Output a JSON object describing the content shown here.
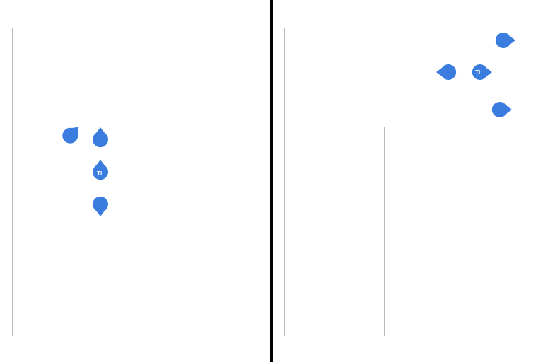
{
  "colors": {
    "pin": "#3a7ddf",
    "frame": "#b8b8b8",
    "divider": "#000000",
    "background": "#ffffff"
  },
  "panels": [
    {
      "name": "left-panel",
      "markers": [
        {
          "name": "pin-a",
          "pointer": "top-right",
          "label": ""
        },
        {
          "name": "pin-b",
          "pointer": "up",
          "label": ""
        },
        {
          "name": "pin-tl",
          "pointer": "up",
          "label": "TL"
        },
        {
          "name": "pin-c",
          "pointer": "down",
          "label": ""
        }
      ]
    },
    {
      "name": "right-panel",
      "markers": [
        {
          "name": "pin-a",
          "pointer": "right",
          "label": ""
        },
        {
          "name": "pin-b",
          "pointer": "left",
          "label": ""
        },
        {
          "name": "pin-tl",
          "pointer": "right",
          "label": "TL"
        },
        {
          "name": "pin-c",
          "pointer": "right",
          "label": ""
        }
      ]
    }
  ]
}
